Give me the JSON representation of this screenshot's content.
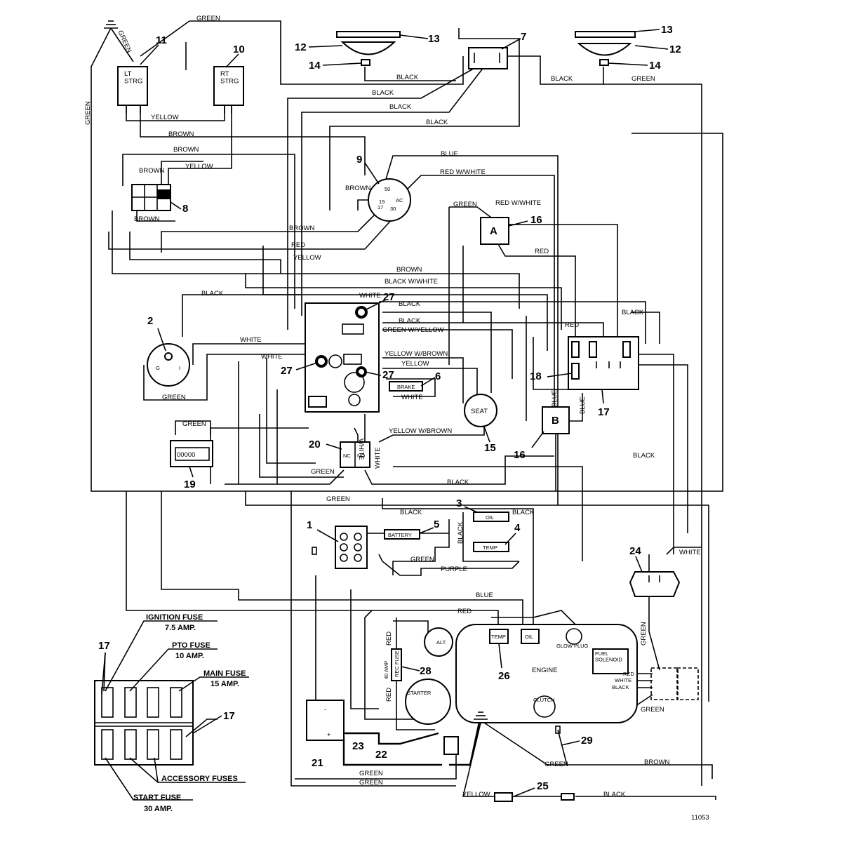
{
  "figure_id": "11053",
  "wire_labels": {
    "green_top": "GREEN",
    "green_gnd": "GREEN",
    "green_left": "GREEN",
    "yellow_strg": "YELLOW",
    "black_lamp": "BLACK",
    "black_right": "BLACK",
    "green_right": "GREEN",
    "black_a": "BLACK",
    "black_b": "BLACK",
    "black_c": "BLACK",
    "brown_1": "BROWN",
    "brown_2": "BROWN",
    "brown_3": "BROWN",
    "brown_4": "BROWN",
    "yellow_1": "YELLOW",
    "blue_top": "BLUE",
    "red_white_top": "RED W/WHITE",
    "brown_key": "BROWN",
    "brown_long": "BROWN",
    "red_long": "RED",
    "yellow_long": "YELLOW",
    "green_16": "GREEN",
    "red_white_16": "RED W/WHITE",
    "red_16": "RED",
    "brown_mid": "BROWN",
    "black_white": "BLACK W/WHITE",
    "black_mid": "BLACK",
    "black_17": "BLACK",
    "red_17": "RED",
    "black_2": "BLACK",
    "white_27": "WHITE",
    "black_27": "BLACK",
    "green_yellow": "GREEN W/YELLOW",
    "white_2": "WHITE",
    "yellow_brown_1": "YELLOW W/BROWN",
    "white_27b": "WHITE",
    "yellow_27": "YELLOW",
    "white_brake": "WHITE",
    "green_2": "GREEN",
    "blue_18": "BLUE",
    "blue_17": "BLUE",
    "green_19": "GREEN",
    "white_20v": "WHITE",
    "yellow_brown_2": "YELLOW W/BROWN",
    "white_20r": "WHITE",
    "green_20": "GREEN",
    "black_long": "BLACK",
    "black_24": "BLACK",
    "green_mid": "GREEN",
    "black_reg": "BLACK",
    "black_oil": "BLACK",
    "black_temp": "BLACK",
    "green_1": "GREEN",
    "purple": "PURPLE",
    "blue_bottom": "BLUE",
    "red_bottom": "RED",
    "white_24": "WHITE",
    "green_24": "GREEN",
    "red_28a": "RED",
    "red_28b": "RED",
    "red_sol": "RED",
    "white_sol": "WHITE",
    "black_sol": "BLACK",
    "green_sol": "GREEN",
    "green_29": "GREEN",
    "brown_29": "BROWN",
    "green_23": "GREEN",
    "green_bot": "GREEN",
    "yellow_25": "YELLOW",
    "black_25": "BLACK"
  },
  "components": {
    "lt_strg": "LT\nSTRG",
    "rt_strg": "RT\nSTRG",
    "seat": "SEAT",
    "brake": "BRAKE",
    "battery": "BATTERY",
    "oil_switch": "OIL",
    "temp_switch": "TEMP",
    "engine": "ENGINE",
    "engine_temp": "TEMP",
    "engine_oil": "OIL",
    "glow_plug": "GLOW PLUG",
    "fuel_solenoid": "FUEL\nSOLENOID",
    "clutch": "CLUTCH",
    "alt": "ALT.",
    "starter": "STARTER",
    "fuse_40": "40 AMP",
    "fuse_rec": "REC FUSE",
    "relay_a": "A",
    "relay_b": "B",
    "nc": "NC",
    "no": "NO",
    "key_50": "50",
    "key_19": "19",
    "key_17": "17",
    "key_30": "30",
    "key_ac": "AC",
    "pto_g": "G",
    "pto_i": "I",
    "hour_meter": "00000"
  },
  "callouts": [
    "1",
    "2",
    "3",
    "4",
    "5",
    "6",
    "7",
    "8",
    "9",
    "10",
    "11",
    "12",
    "12",
    "13",
    "13",
    "14",
    "14",
    "15",
    "16",
    "16",
    "17",
    "17",
    "17",
    "18",
    "19",
    "20",
    "21",
    "22",
    "23",
    "24",
    "25",
    "26",
    "27",
    "27",
    "27",
    "28",
    "29"
  ],
  "fuse_legend": {
    "ignition": "IGNITION FUSE",
    "ignition_amp": "7.5 AMP.",
    "pto": "PTO FUSE",
    "pto_amp": "10 AMP.",
    "main": "MAIN FUSE",
    "main_amp": "15 AMP.",
    "accessory": "ACCESSORY FUSES",
    "start": "START FUSE",
    "start_amp": "30 AMP."
  }
}
